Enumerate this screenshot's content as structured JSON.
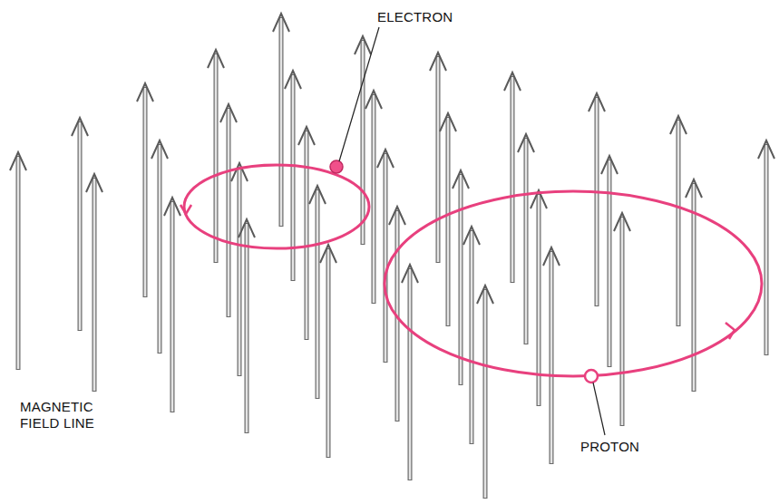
{
  "diagram": {
    "labels": [
      "ELECTRON",
      "PROTON",
      "MAGNETIC FIELD LINE"
    ]
  }
}
